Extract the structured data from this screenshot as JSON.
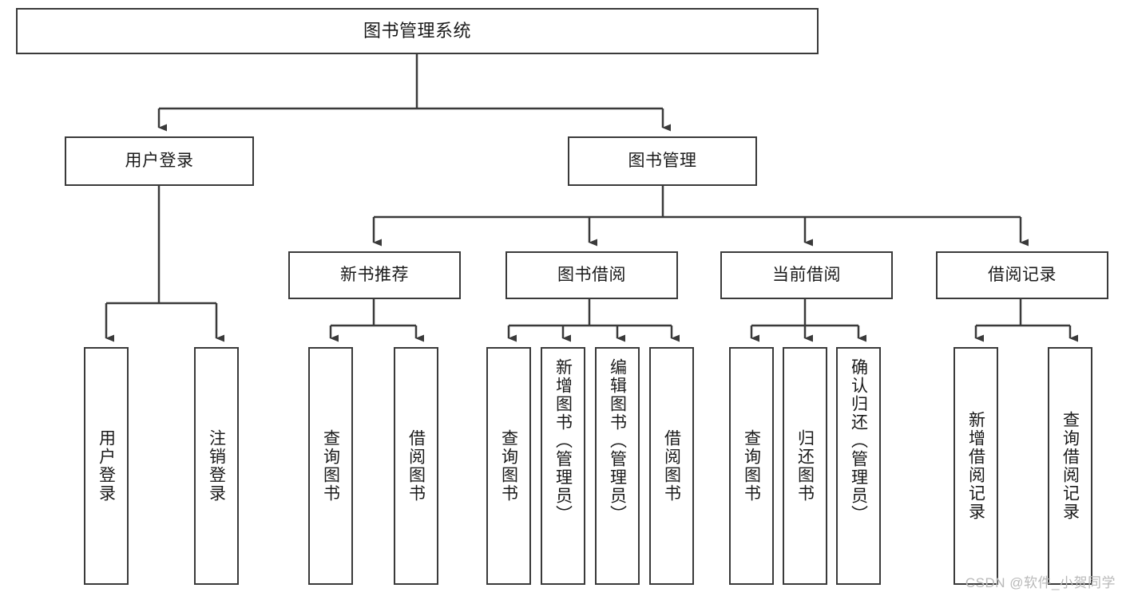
{
  "diagram": {
    "title": "图书管理系统",
    "type": "tree",
    "watermark": "CSDN @软件_小贺同学",
    "stroke_color": "#3a3a3a",
    "background_color": "#ffffff",
    "nodes": {
      "root": {
        "label": "图书管理系统"
      },
      "level2": [
        {
          "label": "用户登录"
        },
        {
          "label": "图书管理"
        }
      ],
      "level3": [
        {
          "label": "新书推荐"
        },
        {
          "label": "图书借阅"
        },
        {
          "label": "当前借阅"
        },
        {
          "label": "借阅记录"
        }
      ],
      "leaves": {
        "user_login": [
          {
            "label": "用户登录"
          },
          {
            "label": "注销登录"
          }
        ],
        "new_book_recommend": [
          {
            "label": "查询图书"
          },
          {
            "label": "借阅图书"
          }
        ],
        "book_borrow": [
          {
            "label": "查询图书"
          },
          {
            "label": "新增图书（管理员）"
          },
          {
            "label": "编辑图书（管理员）"
          },
          {
            "label": "借阅图书"
          }
        ],
        "current_borrow": [
          {
            "label": "查询图书"
          },
          {
            "label": "归还图书"
          },
          {
            "label": "确认归还（管理员）"
          }
        ],
        "borrow_record": [
          {
            "label": "新增借阅记录"
          },
          {
            "label": "查询借阅记录"
          }
        ]
      }
    }
  }
}
